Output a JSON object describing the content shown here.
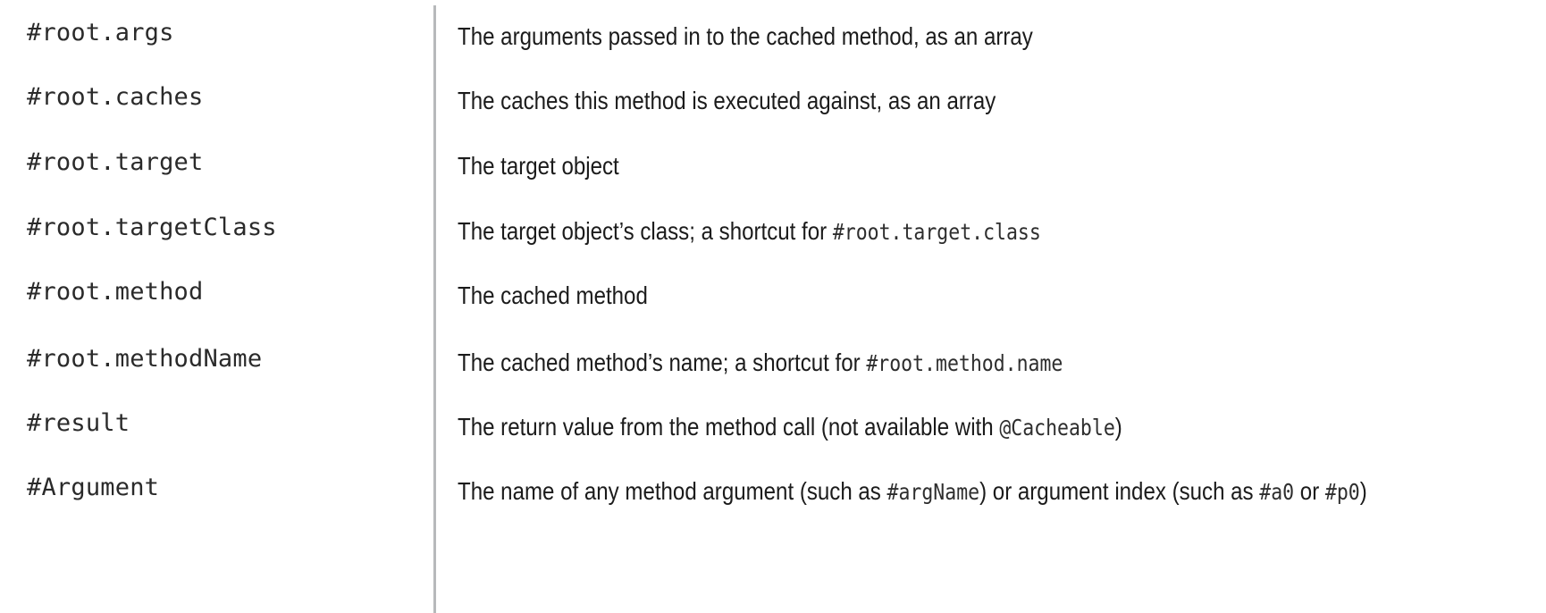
{
  "table": {
    "divider_color": "#b7b9bb",
    "background_color": "#ffffff",
    "text_color": "#1b1b1b",
    "code_color": "#2e2e2e",
    "rows": [
      {
        "expression": "#root.args",
        "description_plain": "The arguments passed in to the cached method, as an array",
        "description_parts": [
          {
            "type": "text",
            "text": "The arguments passed in to the cached method, as an array"
          }
        ]
      },
      {
        "expression": "#root.caches",
        "description_plain": "The caches this method is executed against, as an array",
        "description_parts": [
          {
            "type": "text",
            "text": "The caches this method is executed against, as an array"
          }
        ]
      },
      {
        "expression": "#root.target",
        "description_plain": "The target object",
        "description_parts": [
          {
            "type": "text",
            "text": "The target object"
          }
        ]
      },
      {
        "expression": "#root.targetClass",
        "description_plain": "The target object’s class; a shortcut for #root.target.class",
        "description_parts": [
          {
            "type": "text",
            "text": "The target object’s class; a shortcut for "
          },
          {
            "type": "code",
            "text": "#root.target.class"
          }
        ]
      },
      {
        "expression": "#root.method",
        "description_plain": "The cached method",
        "description_parts": [
          {
            "type": "text",
            "text": "The cached method"
          }
        ]
      },
      {
        "expression": "#root.methodName",
        "description_plain": "The cached method’s name; a shortcut for #root.method.name",
        "description_parts": [
          {
            "type": "text",
            "text": "The cached method’s name; a shortcut for "
          },
          {
            "type": "code",
            "text": "#root.method.name"
          }
        ]
      },
      {
        "expression": "#result",
        "description_plain": "The return value from the method call (not available with @Cacheable)",
        "description_parts": [
          {
            "type": "text",
            "text": "The return value from the method call (not available with "
          },
          {
            "type": "code",
            "text": "@Cacheable"
          },
          {
            "type": "text",
            "text": ")"
          }
        ]
      },
      {
        "expression": "#Argument",
        "description_plain": "The name of any method argument (such as #argName) or argument index (such as #a0 or #p0)",
        "description_parts": [
          {
            "type": "text",
            "text": "The name of any method argument (such as "
          },
          {
            "type": "code",
            "text": "#argName"
          },
          {
            "type": "text",
            "text": ") or argument index (such as "
          },
          {
            "type": "code",
            "text": "#a0"
          },
          {
            "type": "text",
            "text": " or "
          },
          {
            "type": "code",
            "text": "#p0"
          },
          {
            "type": "text",
            "text": ")"
          }
        ]
      }
    ]
  }
}
